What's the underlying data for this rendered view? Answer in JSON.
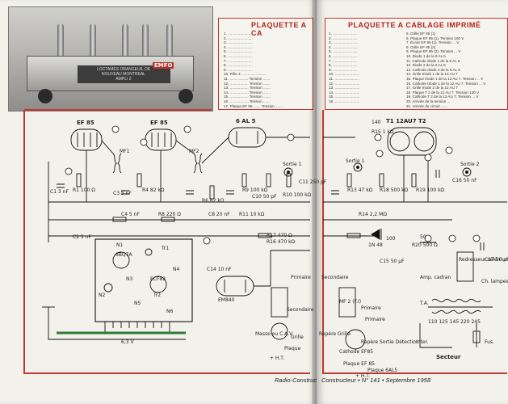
{
  "left_page": {
    "photo_caption": "LOCTAMES ORANGEUIL DE\nNOUVEAU MONTREAL\nAMPLI 2",
    "photo_brand": "EMFO",
    "legend_title_fragment": "PLAQUETTE A CA",
    "legend_items": [
      "1. ........................",
      "2. ........................",
      "3. ........................",
      "4. ........................",
      "5. ........................",
      "6. ........................",
      "7. ........................",
      "8. ........................",
      "9. ........................",
      "10. Pôle 4 ........................",
      "11. .................. Tension  .......",
      "12. .................. Tension  .......",
      "13. .................. Tension  .......",
      "14. .................. Tension  .......",
      "15. .................. Tension  .......",
      "16. .................. Tension  .......",
      "17. Plaque EF 85 ....... Tension ......."
    ],
    "footer": "Radio-Construc"
  },
  "right_page": {
    "legend_title": "PLAQUETTE A CABLAGE IMPRIMÉ",
    "legend_col1": [
      "1. ........................",
      "2. ........................",
      "3. ........................",
      "4. ........................",
      "5. ........................",
      "6. ........................",
      "7. ........................",
      "8. ........................",
      "9. ........................",
      "10. ........................",
      "11. ........................",
      "12. ........................",
      "13. ........................",
      "14. ........................",
      "15. ........................",
      "16. ........................"
    ],
    "legend_col2": [
      "5.  Grille EF 85 (1)",
      "6.  Plaque EF 85 (1). Tension 160 V",
      "7.  Écran EF 85 (1). Tension  ...  V",
      "8.  Grille EF 85 (2)",
      "9.  Plaque EF 85 (2). Tension  ...  V",
      "10. Diode 1 de la 6 AL 5",
      "11. Cathode diode 1 de la 6 AL 5",
      "12. Diode 2 de la 6 AL 5",
      "13. Cathode diode 2 de la 6 AL 5",
      "14. Grille triode 1 de la 12 AU 7",
      "15. Plaque triode 1 de la 12 AU 7. Tension  ...  V",
      "16. Cathode triode 1 de la 12 AU 7. Tension  ...  V",
      "17. Grille triode 2 de la 12 AU 7",
      "18. Plaque T 2 de la 12 AU 7. Tension 130 V",
      "19. Cathode T 2 de la 12 AU 7. Tension  ...  V",
      "20. Arrivée de la tension ...",
      "21. Arrivée du circuit ......"
    ],
    "footer": "Constructeur • N° 141 • Septembre 1958"
  },
  "schematic": {
    "labels": [
      {
        "text": "EF 85",
        "cls": "big"
      },
      {
        "text": "EF 85",
        "cls": "big"
      },
      {
        "text": "6 AL 5",
        "cls": "big"
      },
      {
        "text": "T1  12AU7  T2",
        "cls": "big"
      },
      {
        "text": "MF1",
        "cls": ""
      },
      {
        "text": "MF2",
        "cls": ""
      },
      {
        "text": "Sortie 1",
        "cls": ""
      },
      {
        "text": "Sortie 1",
        "cls": ""
      },
      {
        "text": "Sortie 2",
        "cls": ""
      },
      {
        "text": "6BQ7A",
        "cls": ""
      },
      {
        "text": "ECF82",
        "cls": ""
      },
      {
        "text": "EM840",
        "cls": ""
      },
      {
        "text": "1N 48",
        "cls": ""
      },
      {
        "text": "Secteur",
        "cls": "big"
      },
      {
        "text": "Primaire",
        "cls": ""
      },
      {
        "text": "Secondaire",
        "cls": ""
      },
      {
        "text": "Primaire",
        "cls": ""
      },
      {
        "text": "Secondaire",
        "cls": ""
      },
      {
        "text": "Primaire",
        "cls": ""
      },
      {
        "text": "Cathode EF85",
        "cls": ""
      },
      {
        "text": "Plaque EF 85",
        "cls": ""
      },
      {
        "text": "Repère Grille",
        "cls": ""
      },
      {
        "text": "Repère Sortie Détection",
        "cls": ""
      },
      {
        "text": "Plaque 6AL5",
        "cls": ""
      },
      {
        "text": "Masse ou C.A.V.",
        "cls": ""
      },
      {
        "text": "Grille",
        "cls": ""
      },
      {
        "text": "Plaque",
        "cls": ""
      },
      {
        "text": "+ H.T.",
        "cls": ""
      },
      {
        "text": "+ H.T.",
        "cls": ""
      },
      {
        "text": "6,3 V",
        "cls": ""
      },
      {
        "text": "Amp. cadran",
        "cls": ""
      },
      {
        "text": "Ch. lampes",
        "cls": ""
      },
      {
        "text": "T.A.",
        "cls": ""
      },
      {
        "text": "110 125 145 220 245",
        "cls": ""
      },
      {
        "text": "Inter.",
        "cls": ""
      },
      {
        "text": "Fus.",
        "cls": ""
      },
      {
        "text": "Redresseur sélénium",
        "cls": ""
      },
      {
        "text": "MF 2 (F.I)",
        "cls": ""
      },
      {
        "text": "N1",
        "cls": ""
      },
      {
        "text": "N2",
        "cls": ""
      },
      {
        "text": "N3",
        "cls": ""
      },
      {
        "text": "N4",
        "cls": ""
      },
      {
        "text": "N5",
        "cls": ""
      },
      {
        "text": "N6",
        "cls": ""
      },
      {
        "text": "Tr1",
        "cls": ""
      },
      {
        "text": "Tr2",
        "cls": ""
      },
      {
        "text": "R1 100 Ω",
        "cls": ""
      },
      {
        "text": "R4 82 kΩ",
        "cls": ""
      },
      {
        "text": "R6 82 kΩ",
        "cls": ""
      },
      {
        "text": "R8 220 Ω",
        "cls": ""
      },
      {
        "text": "R9 100 kΩ",
        "cls": ""
      },
      {
        "text": "R10 100 kΩ",
        "cls": ""
      },
      {
        "text": "R11 10 kΩ",
        "cls": ""
      },
      {
        "text": "R13 47 kΩ",
        "cls": ""
      },
      {
        "text": "R14 2,2 MΩ",
        "cls": ""
      },
      {
        "text": "R15 1 kΩ",
        "cls": ""
      },
      {
        "text": "R16 470 kΩ",
        "cls": ""
      },
      {
        "text": "R17 470 Ω",
        "cls": ""
      },
      {
        "text": "R18 500 kΩ",
        "cls": ""
      },
      {
        "text": "R19 100 kΩ",
        "cls": ""
      },
      {
        "text": "R20 500 Ω",
        "cls": ""
      },
      {
        "text": "C1 3 nF",
        "cls": ""
      },
      {
        "text": "C2 5 nF",
        "cls": ""
      },
      {
        "text": "C3 5 nF",
        "cls": ""
      },
      {
        "text": "C4 5 nF",
        "cls": ""
      },
      {
        "text": "C8 20 nF",
        "cls": ""
      },
      {
        "text": "C10 50 pF",
        "cls": ""
      },
      {
        "text": "C11 250 pF",
        "cls": ""
      },
      {
        "text": "C14 10 nF",
        "cls": ""
      },
      {
        "text": "C15 50 µF",
        "cls": ""
      },
      {
        "text": "C16 50 nF",
        "cls": ""
      },
      {
        "text": "C17 50 µF",
        "cls": ""
      },
      {
        "text": "140",
        "cls": ""
      },
      {
        "text": "100",
        "cls": ""
      },
      {
        "text": "50",
        "cls": ""
      }
    ]
  }
}
